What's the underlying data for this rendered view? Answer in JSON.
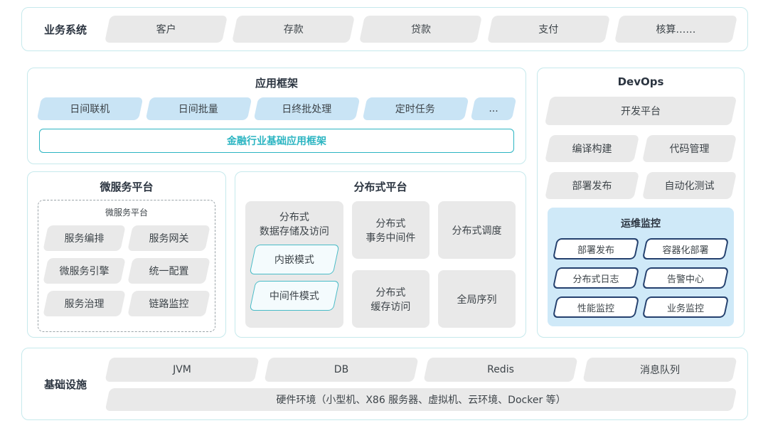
{
  "business_systems": {
    "label": "业务系统",
    "items": [
      "客户",
      "存款",
      "贷款",
      "支付",
      "核算……"
    ]
  },
  "app_framework": {
    "title": "应用框架",
    "items": [
      "日间联机",
      "日间批量",
      "日终批处理",
      "定时任务",
      "..."
    ],
    "base_framework": "金融行业基础应用框架"
  },
  "microservice_platform": {
    "title": "微服务平台",
    "inner_title": "微服务平台",
    "items": [
      "服务编排",
      "服务网关",
      "微服务引擎",
      "统一配置",
      "服务治理",
      "链路监控"
    ]
  },
  "distributed_platform": {
    "title": "分布式平台",
    "storage": {
      "label": "分布式\n数据存储及访问",
      "modes": [
        "内嵌模式",
        "中间件模式"
      ]
    },
    "transaction": "分布式\n事务中间件",
    "scheduler": "分布式调度",
    "cache": "分布式\n缓存访问",
    "sequence": "全局序列"
  },
  "devops": {
    "title": "DevOps",
    "dev_platform": "开发平台",
    "items": [
      "编译构建",
      "代码管理",
      "部署发布",
      "自动化测试"
    ],
    "monitoring": {
      "title": "运维监控",
      "items": [
        "部署发布",
        "容器化部署",
        "分布式日志",
        "告警中心",
        "性能监控",
        "业务监控"
      ]
    }
  },
  "infrastructure": {
    "label": "基础设施",
    "items": [
      "JVM",
      "DB",
      "Redis",
      "消息队列"
    ],
    "hardware": "硬件环境（小型机、X86 服务器、虚拟机、云环境、Docker 等）"
  },
  "colors": {
    "panel_border": "#c6e9ec",
    "gray_button": "#e9e9e9",
    "blue_button": "#c9e4f5",
    "teal_accent": "#2cb5c2",
    "monitor_bg": "#cfe9f8",
    "navy_border": "#24406e"
  }
}
